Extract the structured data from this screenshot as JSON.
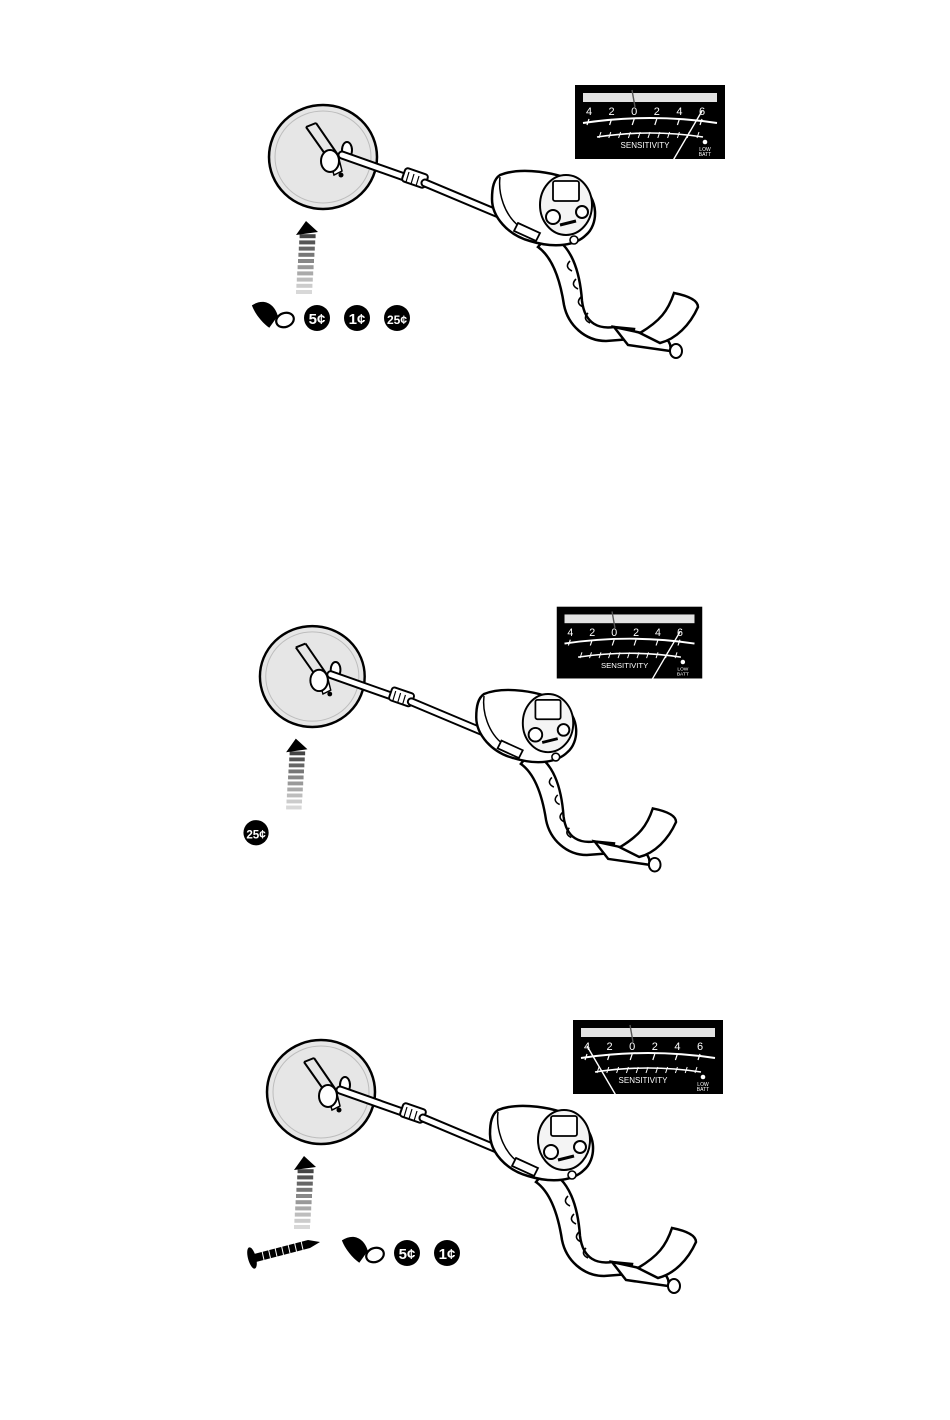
{
  "meter": {
    "scale": [
      "4",
      "2",
      "0",
      "2",
      "4",
      "6"
    ],
    "sensitivity_label": "SENSITIVITY",
    "low_batt_line1": "LOW",
    "low_batt_line2": "BATT"
  },
  "panels": [
    {
      "needle_value": "6",
      "targets": [
        {
          "kind": "pull-tab"
        },
        {
          "kind": "coin",
          "label": "5¢"
        },
        {
          "kind": "coin",
          "label": "1¢"
        },
        {
          "kind": "coin",
          "label": "25¢"
        }
      ]
    },
    {
      "needle_value": "6",
      "targets": [
        {
          "kind": "coin",
          "label": "25¢"
        }
      ]
    },
    {
      "needle_value": "4",
      "targets": [
        {
          "kind": "nail"
        },
        {
          "kind": "pull-tab"
        },
        {
          "kind": "coin",
          "label": "5¢"
        },
        {
          "kind": "coin",
          "label": "1¢"
        }
      ]
    }
  ]
}
